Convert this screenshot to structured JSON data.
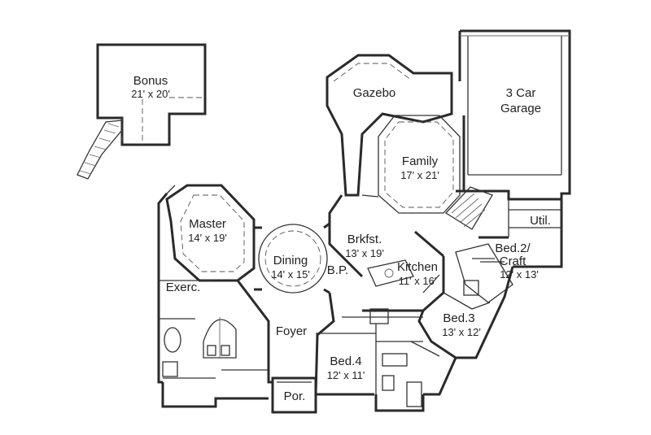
{
  "rooms": {
    "bonus": {
      "name": "Bonus",
      "dim": "21' x 20'"
    },
    "gazebo": {
      "name": "Gazebo"
    },
    "garage": {
      "name_line1": "3 Car",
      "name_line2": "Garage"
    },
    "family": {
      "name": "Family",
      "dim": "17' x 21'"
    },
    "master": {
      "name": "Master",
      "dim": "14' x 19'"
    },
    "brkfst": {
      "name": "Brkfst.",
      "dim": "13' x 19'"
    },
    "util": {
      "name": "Util."
    },
    "dining": {
      "name": "Dining",
      "dim": "14' x 15'"
    },
    "bp": {
      "name": "B.P."
    },
    "kitchen": {
      "name": "Kitchen",
      "dim": "11' x 16'"
    },
    "bed2": {
      "name_line1": "Bed.2/",
      "name_line2": "Craft",
      "dim": "12' x 13'"
    },
    "exerc": {
      "name": "Exerc."
    },
    "bed3": {
      "name": "Bed.3",
      "dim": "13' x 12'"
    },
    "foyer": {
      "name": "Foyer"
    },
    "bed4": {
      "name": "Bed.4",
      "dim": "12' x 11'"
    },
    "por": {
      "name": "Por."
    }
  }
}
